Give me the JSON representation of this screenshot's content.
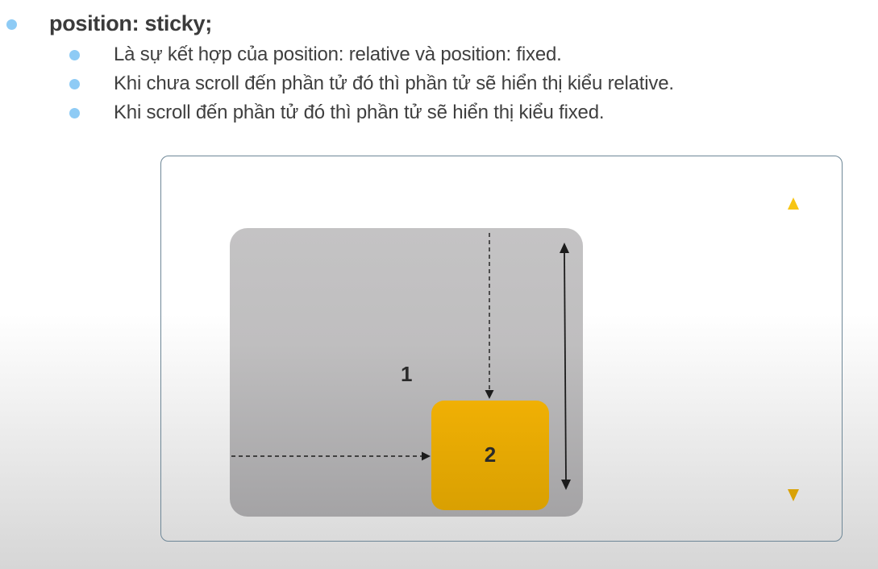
{
  "heading": {
    "text": "position: sticky;"
  },
  "bullets": [
    "Là sự kết hợp của position: relative và position: fixed.",
    "Khi chưa scroll đến phần tử đó thì phần tử sẽ hiển thị kiểu relative.",
    "Khi scroll đến phần tử đó thì phần tử sẽ hiển thị kiểu fixed."
  ],
  "diagram": {
    "parent_label": "1",
    "sticky_label": "2"
  },
  "colors": {
    "bullet": "#8ecbf5",
    "sticky_box": "#f0b004",
    "parent_box": "#c0bfc0",
    "scroll_arrow": "#f3bd0f",
    "viewport_border": "#6e8797"
  },
  "icons": {
    "bullet": "filled-circle",
    "scroll_arrow": "double-headed-arrow"
  }
}
